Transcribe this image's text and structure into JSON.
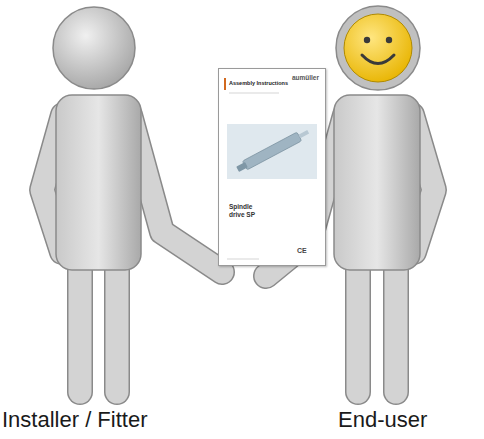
{
  "diagram": {
    "nodes": [
      {
        "text": [
          "aumüller",
          "Assembly Instructions",
          "Spindle drive SP",
          "CE"
        ]
      }
    ],
    "labels": [
      "Installer / Fitter",
      "End-user"
    ]
  }
}
